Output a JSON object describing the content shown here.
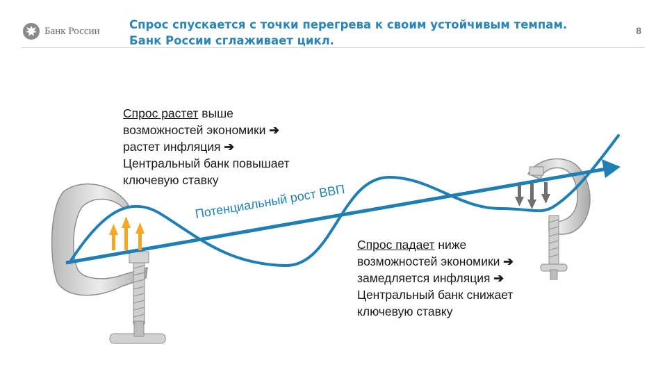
{
  "header": {
    "logo_text": "Банк России",
    "title_line1": "Спрос спускается с точки перегрева к своим устойчивым темпам.",
    "title_line2": "Банк России сглаживает цикл.",
    "slide_number": "8"
  },
  "diagram": {
    "trend_label": "Потенциальный рост ВВП",
    "note_top": {
      "underlined": "Спрос растет",
      "line1_rest": " выше",
      "line2": "возможностей экономики",
      "line3": "растет инфляция",
      "line4": "Центральный банк повышает",
      "line5": "ключевую ставку"
    },
    "note_bottom": {
      "underlined": "Спрос падает",
      "line1_rest": " ниже",
      "line2": "возможностей экономики",
      "line3": "замедляется инфляция",
      "line4": "Центральный банк снижает",
      "line5": "ключевую ставку"
    },
    "arrow_glyph": "➔",
    "colors": {
      "wave": "#1f7fb5",
      "trend": "#1f7fb5",
      "up_arrows": "#f5a623",
      "down_arrows": "#707070",
      "clamp": "#c8c8c8"
    }
  }
}
